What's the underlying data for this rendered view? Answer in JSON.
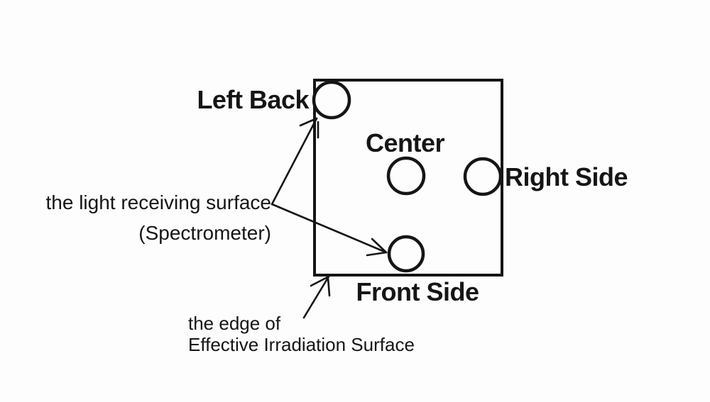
{
  "colors": {
    "ink": "#151515",
    "background": "#fdfdfd"
  },
  "position_labels": {
    "left_back": "Left Back",
    "center": "Center",
    "right_side": "Right Side",
    "front_side": "Front Side"
  },
  "annotations": {
    "light_receiving": {
      "line1": "the light receiving surface",
      "line2": "(Spectrometer)"
    },
    "edge": {
      "line1": "the edge of",
      "line2": "Effective Irradiation Surface"
    }
  }
}
